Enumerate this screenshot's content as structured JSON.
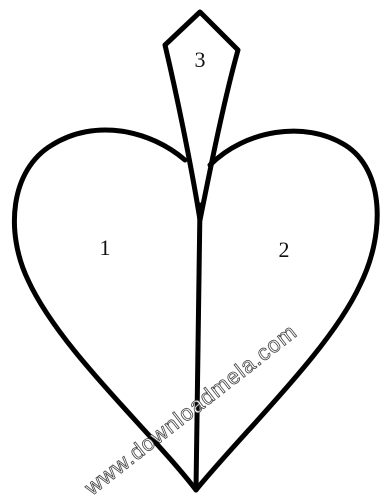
{
  "diagram": {
    "regions": [
      {
        "id": "left-half",
        "label": "1"
      },
      {
        "id": "right-half",
        "label": "2"
      },
      {
        "id": "stem",
        "label": "3"
      }
    ],
    "watermark": "www.downloadmela.com",
    "colors": {
      "stroke": "#000000",
      "background": "#ffffff"
    }
  }
}
